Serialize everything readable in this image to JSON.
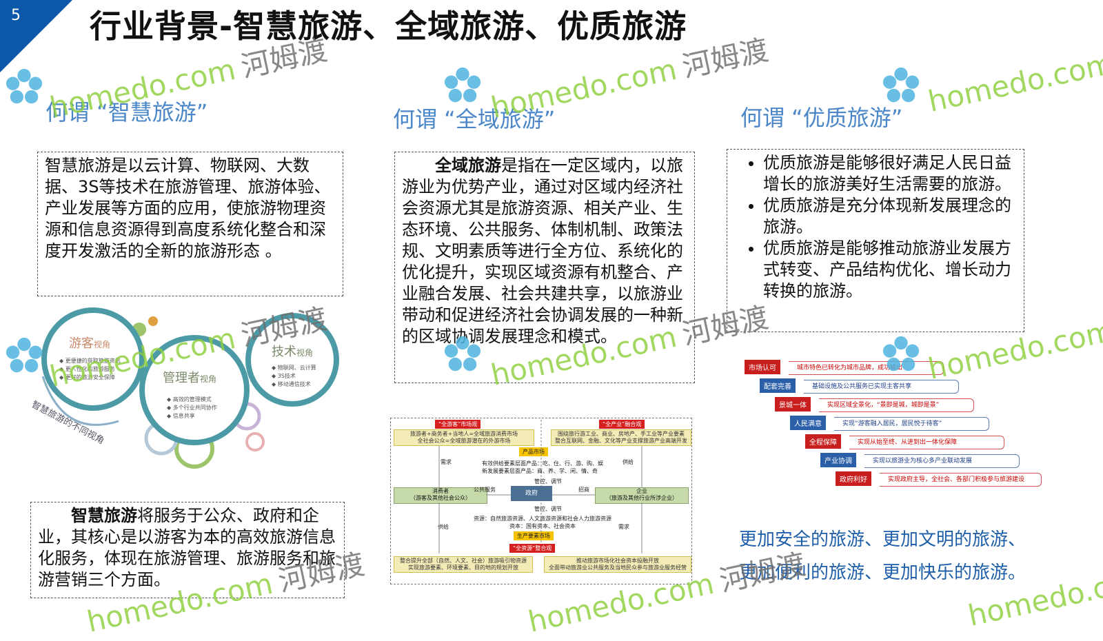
{
  "slide": {
    "page_number": "5",
    "title": "行业背景-智慧旅游、全域旅游、优质旅游"
  },
  "smart": {
    "heading": "何谓 “智慧旅游”",
    "definition": "智慧旅游是以云计算、物联网、大数据、3S等技术在旅游管理、旅游体验、产业发展等方面的应用，使旅游物理资源和信息资源得到高度系统化整合和深度开发激活的全新的旅游形态 。",
    "service_bold": "智慧旅游",
    "service_rest": "将服务于公众、政府和企业，其核心是以游客为本的高效旅游信息化服务，体现在旅游管理、旅游服务和旅游营销三个方面。",
    "diagram": {
      "arc_caption": "智慧旅游的不同视角",
      "tourist": {
        "title": "游客",
        "suffix": "视角",
        "items": [
          "更便捷的获取旅游资讯",
          "更人性化的旅游服务",
          "更好的旅游安全保障"
        ]
      },
      "manager": {
        "title": "管理者",
        "suffix": "视角",
        "items": [
          "高效的管理模式",
          "多个行业共同协作",
          "信息共享"
        ]
      },
      "tech": {
        "title": "技术",
        "suffix": "视角",
        "items": [
          "物联网、云计算",
          "3S技术",
          "移动通信技术"
        ]
      }
    }
  },
  "global": {
    "heading": "何谓 “全域旅游”",
    "bold": "全域旅游",
    "rest": "是指在一定区域内，以旅游业为优势产业，通过对区域内经济社会资源尤其是旅游资源、相关产业、生态环境、公共服务、体制机制、政策法规、文明素质等进行全方位、系统化的优化提升，实现区域资源有机整合、产业融合发展、社会共建共享，以旅游业带动和促进经济社会协调发展的一种新的区域协调发展理念和模式。",
    "flow": {
      "tag_tl": "“全游客”市场观",
      "tag_tr": "“全产业”融合观",
      "tag_bottom": "“全资源”整合观",
      "tl_line1": "旅游者+商务者+当地人=全域旅游消费市场",
      "tl_line2": "全社会公众=全域旅游潜在的外游市场",
      "tr_line1": "围绕旅行游工业、商业、房地产、手工业等产业要素",
      "tr_line2": "整合互联网、金融、文化等产业支撑旅游产业高端开发",
      "product_market": "产品市场",
      "demand": "需求",
      "supply": "供给",
      "product_line1": "有效供给要素层面产品：吃、住、行、游、购、娱",
      "product_line2": "新发展要素层面产品：商、养、学、闲、情、奇",
      "regulate_top": "管控、调节",
      "consumer": "消费者",
      "consumer_sub": "（游客及其他社会公众）",
      "public_service": "公共服务",
      "government": "政府",
      "investment": "招商",
      "enterprise": "企业",
      "enterprise_sub": "（旅游及其他行业所涉企业）",
      "regulate_bottom": "管控、调节",
      "resource_line1": "资源：自然旅游资源、人文旅游资源和社会人力旅游资源",
      "resource_line2": "资本：国有资本、社会资本",
      "factor_market": "生产要素市场",
      "supply_bottom": "供给",
      "demand_bottom": "需求",
      "bl_line1": "整合提升全部（自然、人文、社会）旅游吸引物资源",
      "bl_line2": "实现旅游要素、环境要素、目的地的规划开放",
      "br_line1": "推动旅游市场化社会资本投融开放",
      "br_line2": "全面带动旅游业公共服务及当地民众参与旅游业服务经营"
    }
  },
  "quality": {
    "heading": "何谓 “优质旅游”",
    "bullets": [
      "优质旅游是能够很好满足人民日益增长的旅游美好生活需要的旅游。",
      "优质旅游是充分体现新发展理念的旅游。",
      "优质旅游是能够推动旅游业发展方式转变、产品结构优化、增长动力转换的旅游。"
    ],
    "ladder": [
      {
        "tag": "市场认可",
        "desc": "城市特色已转化为城市品牌，成功输出",
        "color": "red"
      },
      {
        "tag": "配套完善",
        "desc": "基础设施及公共服务已实现主客共享",
        "color": "blue"
      },
      {
        "tag": "景城一体",
        "desc": "实现区域全景化，“景即是城，城即是景”",
        "color": "red"
      },
      {
        "tag": "人民满意",
        "desc": "实现“游客融入居民，居民悦于待客”",
        "color": "blue"
      },
      {
        "tag": "全程保障",
        "desc": "实现从始至终、从进到出一体化保障",
        "color": "red"
      },
      {
        "tag": "产业协调",
        "desc": "实现以旅游业为核心多产业联动发展",
        "color": "blue"
      },
      {
        "tag": "政府利好",
        "desc": "实现政府主导，全社会、各部门积极参与旅游建设",
        "color": "red"
      }
    ],
    "slogan_line1": "更加安全的旅游、更加文明的旅游、",
    "slogan_line2": "更加便利的旅游、更加快乐的旅游。"
  },
  "watermark": {
    "latin": "homedo.com",
    "chinese": "河姆渡",
    "colors": {
      "latin": "#8ecf3e",
      "chinese": "#6f6f6f",
      "flower": "#4fb3e0"
    }
  },
  "colors": {
    "accent": "#0b57a8",
    "heading": "#4a86c8",
    "slogan": "#1f5ea8",
    "tag_red": "#c81e1e",
    "tag_blue": "#2b5fa8"
  }
}
